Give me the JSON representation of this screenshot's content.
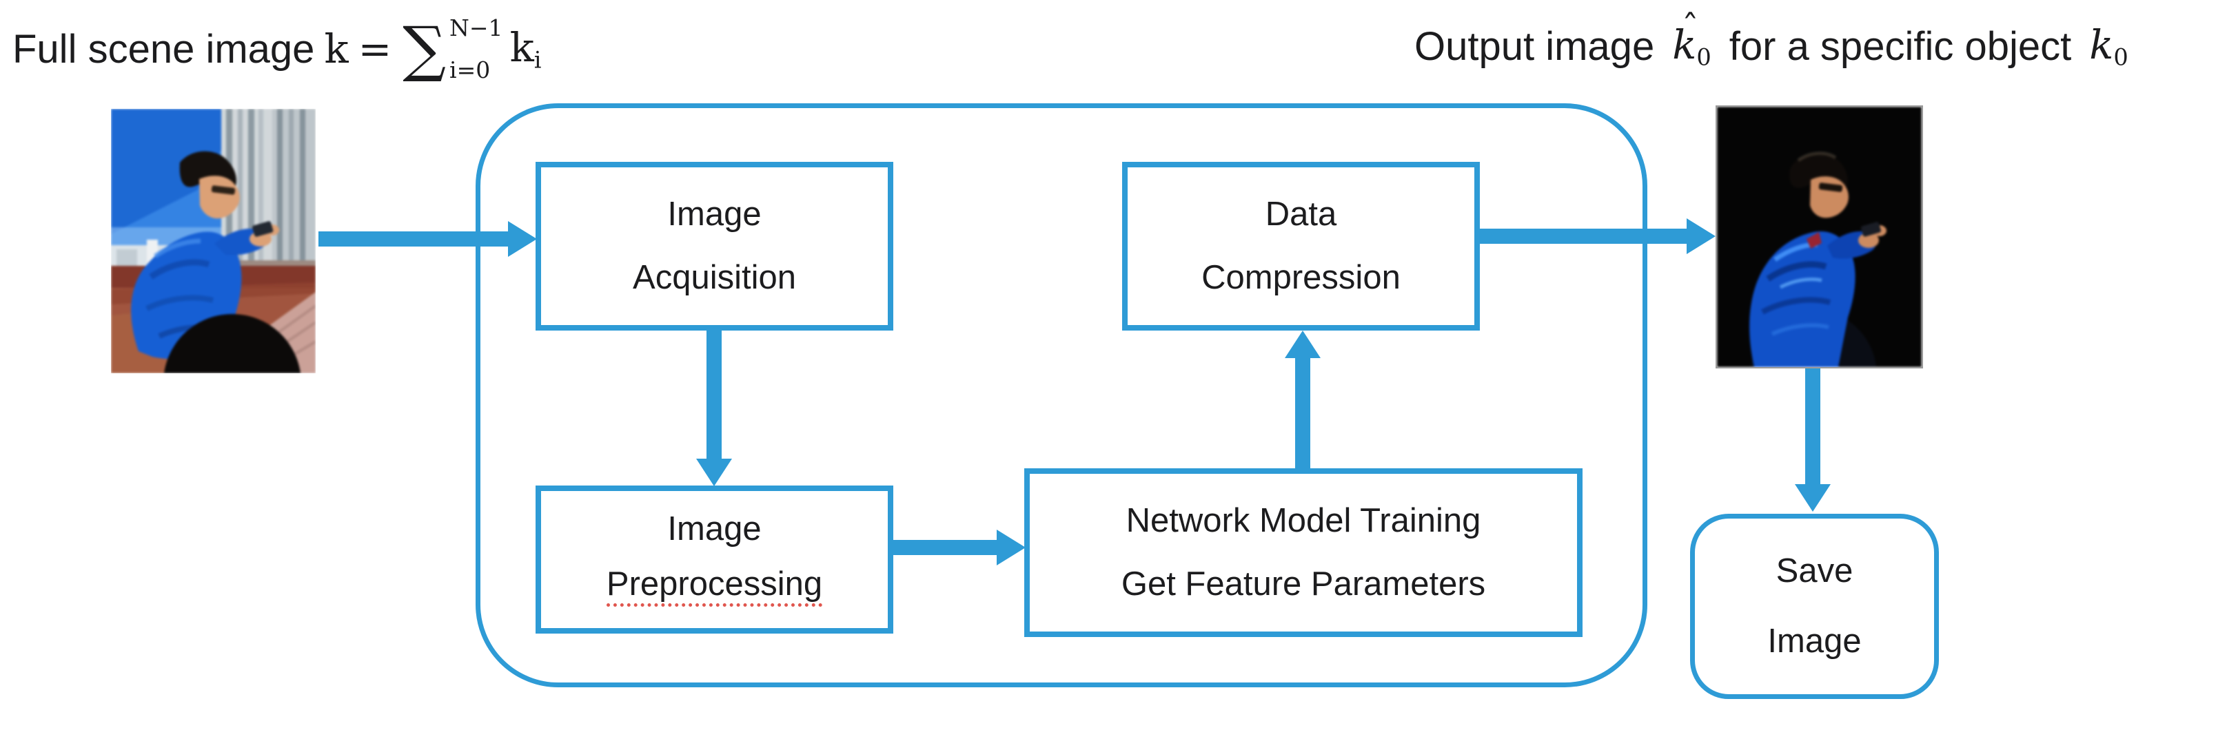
{
  "colors": {
    "accent_blue": "#2E9BD6",
    "text_dark": "#1c1c1e",
    "spellcheck_red": "#E0564E",
    "photo_border_gray": "#9a9a9a"
  },
  "formula_left": {
    "text_prefix": "Full scene image",
    "math_k": "k",
    "equals": "=",
    "sigma": "∑",
    "sigma_sup": "N−1",
    "sigma_sub": "i=0",
    "term_base": "k",
    "term_sub": "i"
  },
  "formula_right": {
    "text_prefix": "Output image",
    "khat_base": "k",
    "khat_hat": "ˆ",
    "khat_sub": "0",
    "text_middle": "for a specific object",
    "k_base": "k",
    "k_sub": "0"
  },
  "nodes": {
    "image_acquisition": {
      "line1": "Image",
      "line2": "Acquisition"
    },
    "image_preprocessing": {
      "line1": "Image",
      "line2": "Preprocessing"
    },
    "network_training": {
      "line1": "Network Model Training",
      "line2": "Get Feature Parameters"
    },
    "data_compression": {
      "line1": "Data",
      "line2": "Compression"
    },
    "save_image": {
      "line1": "Save",
      "line2": "Image"
    }
  }
}
